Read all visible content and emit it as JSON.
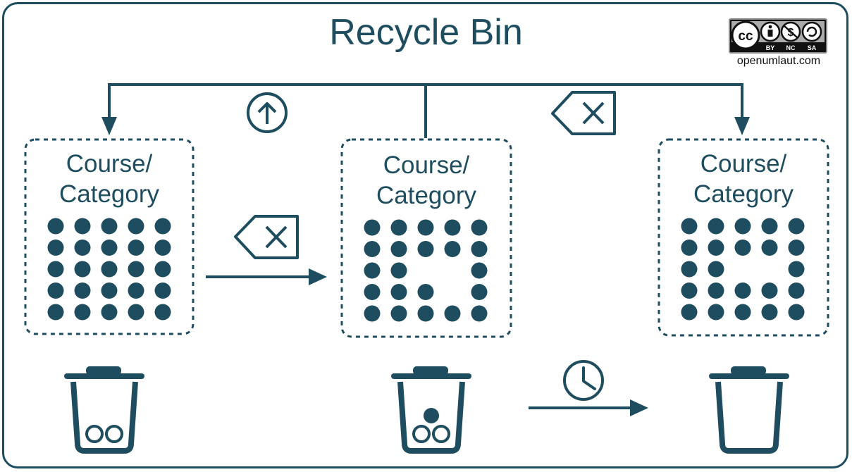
{
  "title": "Recycle Bin",
  "boxes": [
    {
      "line1": "Course/",
      "line2": "Category"
    },
    {
      "line1": "Course/",
      "line2": "Category"
    },
    {
      "line1": "Course/",
      "line2": "Category"
    }
  ],
  "license": {
    "icon": "cc-by-nc-sa-icon",
    "badge_labels": [
      "BY",
      "NC",
      "SA"
    ],
    "credit": "openumlaut.com"
  },
  "icons": {
    "delete": "delete-backspace-icon",
    "restore": "arrow-up-circle-icon",
    "timer": "clock-icon",
    "bin": "trash-bin-icon"
  },
  "colors": {
    "primary": "#1e4d5f"
  },
  "grids": {
    "left": [
      [
        1,
        1,
        1,
        1,
        1
      ],
      [
        1,
        1,
        1,
        1,
        1
      ],
      [
        1,
        1,
        1,
        1,
        1
      ],
      [
        1,
        1,
        1,
        1,
        1
      ],
      [
        1,
        1,
        1,
        1,
        1
      ]
    ],
    "middle": [
      [
        1,
        1,
        1,
        1,
        1
      ],
      [
        1,
        1,
        1,
        1,
        1
      ],
      [
        1,
        1,
        0,
        0,
        1
      ],
      [
        1,
        1,
        1,
        0,
        1
      ],
      [
        1,
        1,
        1,
        1,
        1
      ]
    ],
    "right": [
      [
        1,
        1,
        1,
        1,
        1
      ],
      [
        1,
        1,
        1,
        1,
        1
      ],
      [
        1,
        1,
        0,
        0,
        1
      ],
      [
        1,
        1,
        1,
        1,
        1
      ],
      [
        1,
        1,
        1,
        1,
        1
      ]
    ]
  },
  "bins": {
    "left": {
      "items": 2,
      "falling": false
    },
    "middle": {
      "items": 2,
      "falling": true
    },
    "right": {
      "items": 0,
      "falling": false
    }
  }
}
